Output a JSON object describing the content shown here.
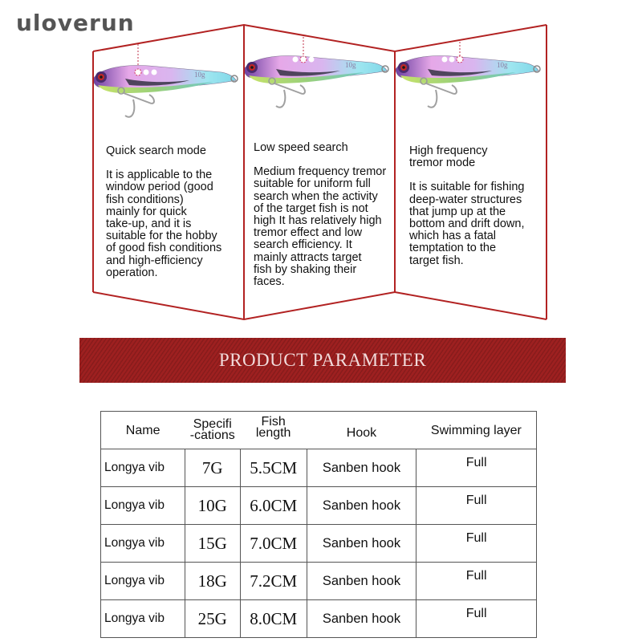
{
  "brand": {
    "logo_text": "uloverun"
  },
  "colors": {
    "accent_red": "#b22222",
    "banner_red": "#9e2020",
    "logo_gray": "#555555"
  },
  "panels": [
    {
      "title": "Quick search mode",
      "body": "It is applicable to the window period (good fish conditions) mainly for quick take-up, and it is suitable for the hobby of good fish conditions and high-efficiency operation.",
      "lines": [
        "It is applicable to the",
        "window period (good",
        "fish conditions)",
        "mainly for quick",
        "take-up, and it is",
        "suitable for the hobby",
        "of good fish conditions",
        "and high-efficiency",
        "operation."
      ],
      "lure_weight_label": "10g",
      "highlighted_hole": 1
    },
    {
      "title": "Low speed search",
      "body": "Medium frequency tremor suitable for uniform full search when the activity of the target fish is not high It has relatively high tremor effect and low search efficiency. It mainly attracts target fish by shaking their faces.",
      "lines": [
        "Medium frequency tremor",
        "suitable for uniform full",
        "search when the activity",
        "of the target fish is not",
        "high It has relatively high",
        "tremor effect and low",
        "search efficiency. It",
        "mainly attracts target",
        "fish by shaking their",
        "faces."
      ],
      "lure_weight_label": "10g",
      "highlighted_hole": 2
    },
    {
      "title": "High frequency tremor mode",
      "title_lines": [
        "High frequency",
        "tremor mode"
      ],
      "body": "It is suitable for fishing deep-water structures that jump up at the bottom and drift down, which has a fatal temptation to the target fish.",
      "lines": [
        "It is suitable for fishing",
        "deep-water structures",
        "that jump up at the",
        "bottom and drift down,",
        "which has a fatal",
        "temptation to the",
        "target fish."
      ],
      "lure_weight_label": "10g",
      "highlighted_hole": 3
    }
  ],
  "banner": {
    "title": "PRODUCT PARAMETER"
  },
  "table": {
    "headers": [
      {
        "lines": [
          "Name"
        ]
      },
      {
        "lines": [
          "Specifi",
          "-cations"
        ]
      },
      {
        "lines": [
          "Fish",
          "length"
        ]
      },
      {
        "lines": [
          "Hook"
        ]
      },
      {
        "lines": [
          "Swimming layer"
        ]
      }
    ],
    "rows": [
      {
        "name": "Longya vib",
        "spec": "7G",
        "length": "5.5CM",
        "hook": "Sanben hook",
        "layer": "Full"
      },
      {
        "name": "Longya vib",
        "spec": "10G",
        "length": "6.0CM",
        "hook": "Sanben hook",
        "layer": "Full"
      },
      {
        "name": "Longya vib",
        "spec": "15G",
        "length": "7.0CM",
        "hook": "Sanben hook",
        "layer": "Full"
      },
      {
        "name": "Longya vib",
        "spec": "18G",
        "length": "7.2CM",
        "hook": "Sanben hook",
        "layer": "Full"
      },
      {
        "name": "Longya vib",
        "spec": "25G",
        "length": "8.0CM",
        "hook": "Sanben hook",
        "layer": "Full"
      }
    ]
  }
}
